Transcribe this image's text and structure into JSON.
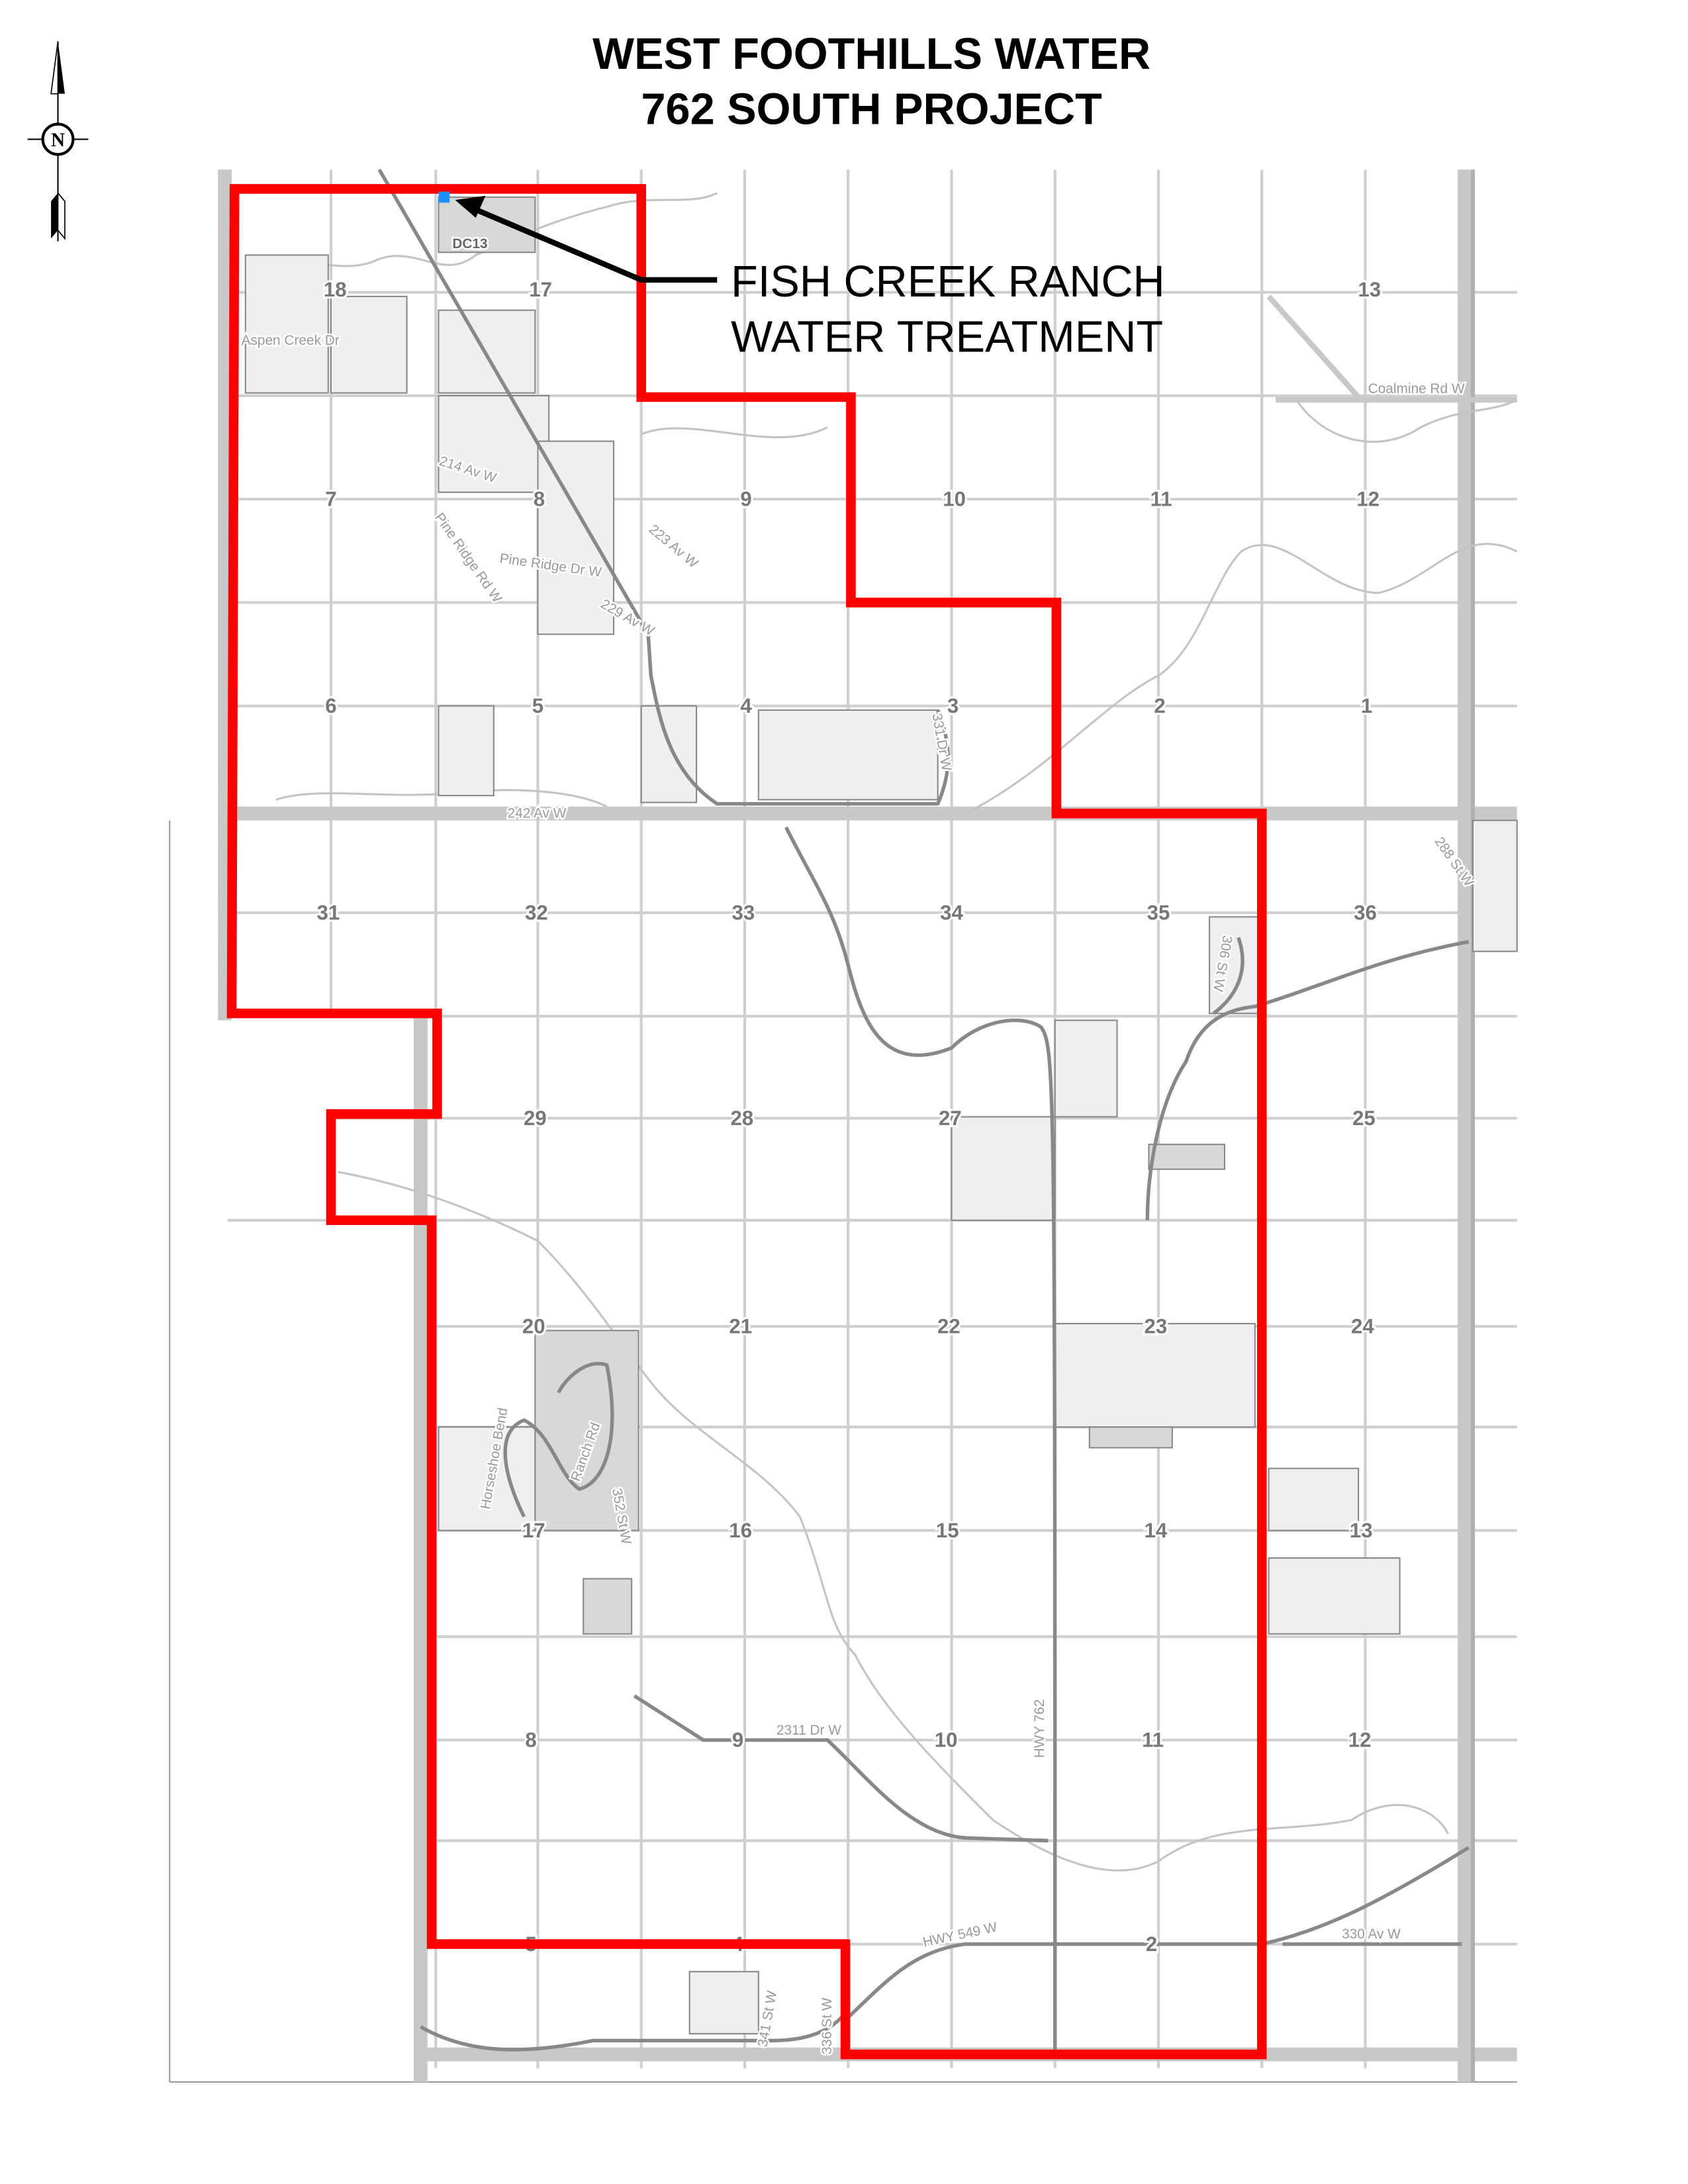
{
  "title": {
    "line1": "WEST FOOTHILLS WATER",
    "line2": "762 SOUTH PROJECT"
  },
  "callout": {
    "line1": "FISH CREEK RANCH",
    "line2": "WATER TREATMENT"
  },
  "north_arrow": {
    "label": "N"
  },
  "sections": [
    [
      "18",
      "17",
      "13"
    ],
    [
      "7",
      "8",
      "9",
      "10",
      "11",
      "12"
    ],
    [
      "6",
      "5",
      "4",
      "3",
      "2",
      "1"
    ],
    [
      "31",
      "32",
      "33",
      "34",
      "35",
      "36"
    ],
    [
      "29",
      "28",
      "27",
      "25"
    ],
    [
      "20",
      "21",
      "22",
      "23",
      "24"
    ],
    [
      "17",
      "16",
      "15",
      "14",
      "13"
    ],
    [
      "8",
      "9",
      "10",
      "11",
      "12"
    ],
    [
      "5",
      "4",
      "2"
    ]
  ],
  "roads": {
    "coalmine": "Coalmine Rd W",
    "av242": "242 Av W",
    "aspen_creek": "Aspen Creek Dr",
    "av214": "214 Av W",
    "pine_ridge_dr": "Pine Ridge Dr W",
    "pine_ridge_rd": "Pine Ridge Rd W",
    "av223": "223 Av W",
    "av229": "229 Av W",
    "dr331": "331 Dr W",
    "st288": "288 St W",
    "st306": "306 St W",
    "horseshoe": "Horseshoe Bend",
    "ranch": "Ranch Rd",
    "st352": "352 St W",
    "dr2311": "2311 Dr W",
    "hwy762": "HWY 762",
    "hwy549": "HWY 549 W",
    "av330": "330 Av W",
    "st341": "341 St W",
    "st336": "336 St W",
    "dc13": "DC13"
  },
  "colors": {
    "boundary": "#ff0000",
    "facility": "#1e90ff",
    "road": "#888888",
    "grid": "#cfcfcf"
  }
}
